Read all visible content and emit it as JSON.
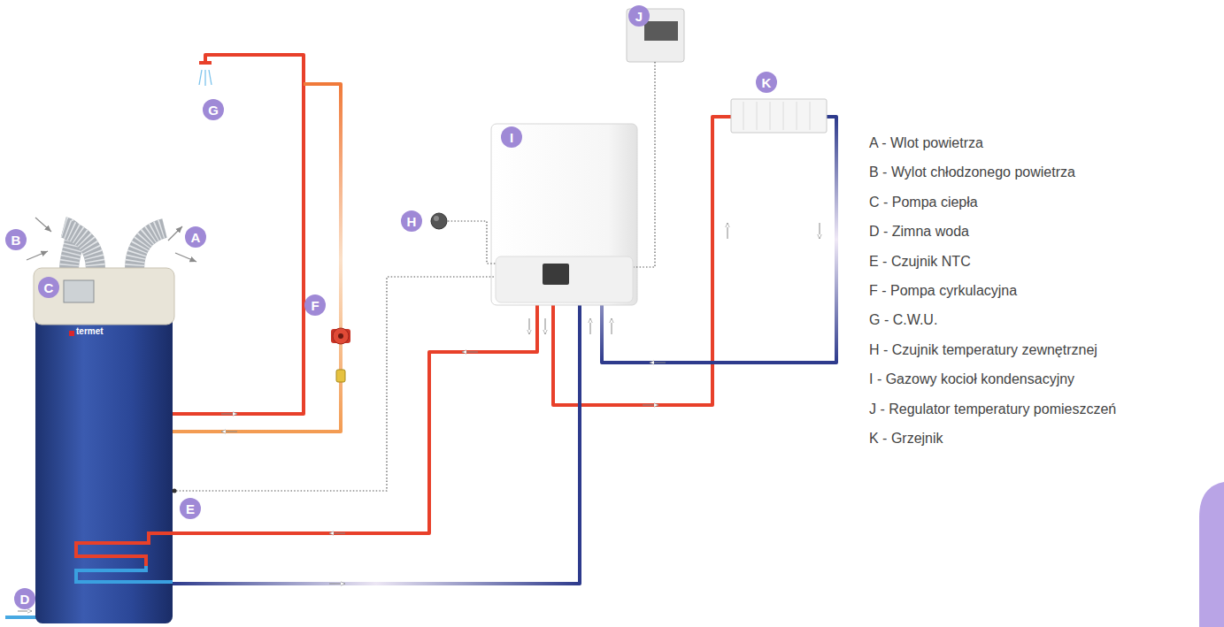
{
  "diagram": {
    "nodes": [
      {
        "text": [
          "G"
        ]
      },
      {
        "text": [
          "J"
        ]
      },
      {
        "text": [
          "K"
        ]
      },
      {
        "text": [
          "I"
        ]
      },
      {
        "text": [
          "B"
        ]
      },
      {
        "text": [
          "A"
        ]
      },
      {
        "text": [
          "H"
        ]
      },
      {
        "text": [
          "C"
        ]
      },
      {
        "text": [
          "F"
        ]
      },
      {
        "text": [
          "E"
        ]
      },
      {
        "text": [
          "D"
        ]
      }
    ],
    "labels": [
      "termet",
      "A - Wlot powietrza",
      "B - Wylot chłodzonego powietrza",
      "C - Pompa ciepła",
      "D - Zimna woda",
      "E - Czujnik NTC",
      "F - Pompa cyrkulacyjna",
      "G - C.W.U.",
      "H - Czujnik temperatury zewnętrznej",
      "I - Gazowy kocioł kondensacyjny",
      "J - Regulator temperatury pomieszczeń",
      "K - Grzejnik"
    ]
  }
}
